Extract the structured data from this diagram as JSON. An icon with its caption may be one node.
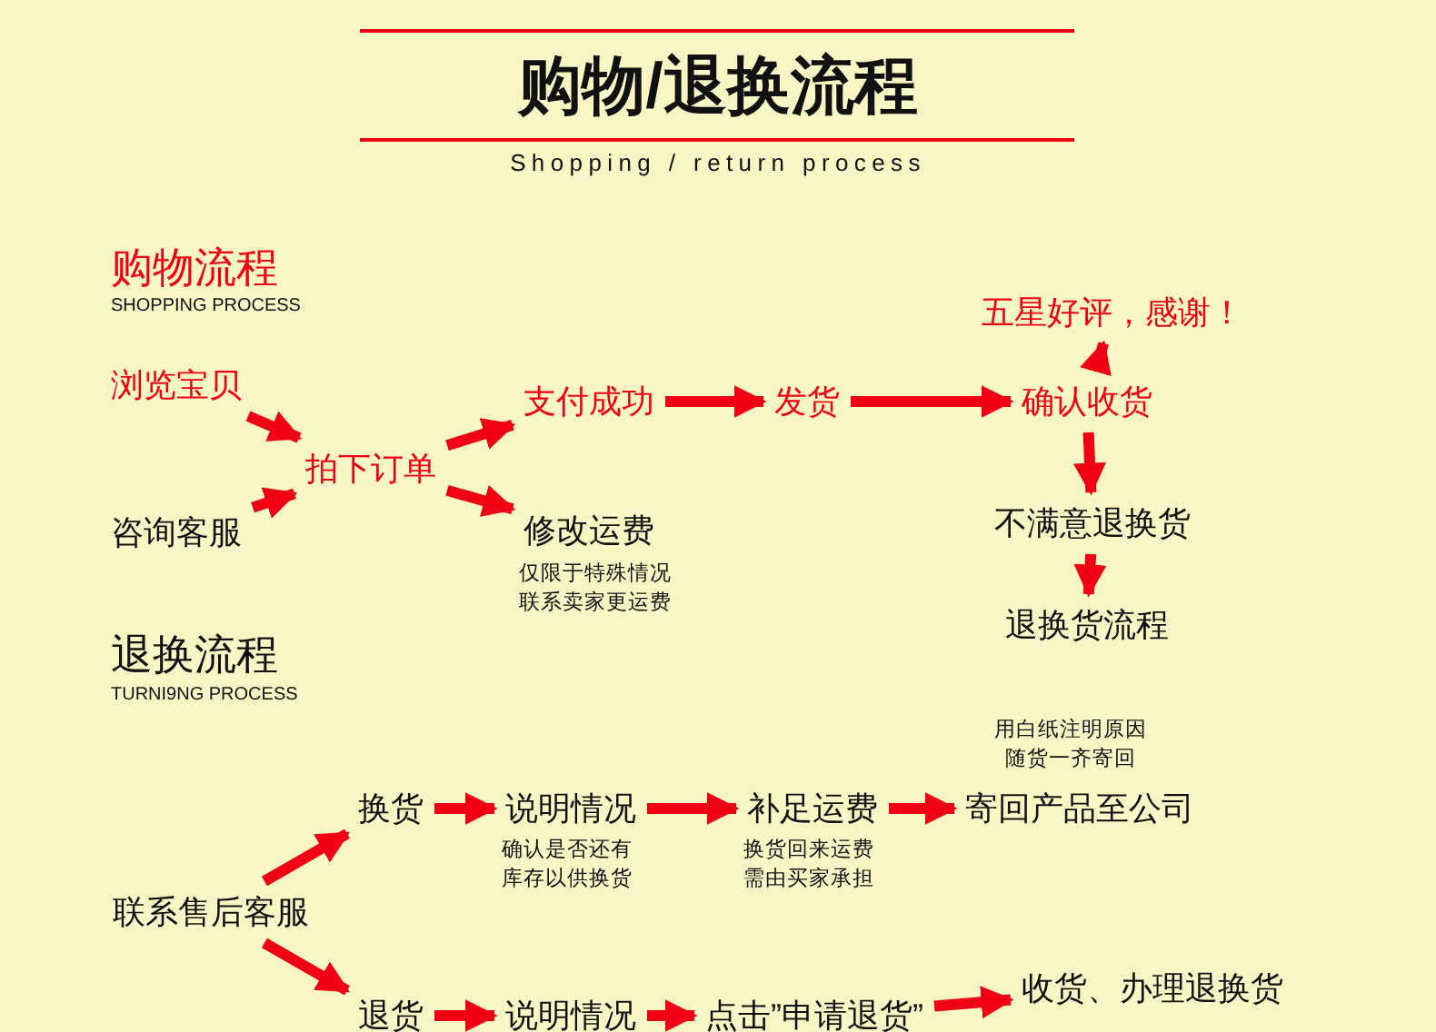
{
  "diagram": {
    "title": "购物/退换流程",
    "nodes": [
      {
        "text": [
          "浏览宝贝"
        ]
      },
      {
        "text": [
          "咨询客服"
        ]
      },
      {
        "text": [
          "拍下订单"
        ]
      },
      {
        "text": [
          "支付成功"
        ]
      },
      {
        "text": [
          "修改运费"
        ],
        "beside": [
          "仅限于特殊情况联系卖家更运费"
        ]
      },
      {
        "text": [
          "发货"
        ]
      },
      {
        "text": [
          "确认收货"
        ]
      },
      {
        "text": [
          "五星好评，感谢！"
        ]
      },
      {
        "text": [
          "不满意退换货"
        ]
      },
      {
        "text": [
          "退换货流程"
        ]
      },
      {
        "text": [
          "联系售后客服"
        ]
      },
      {
        "text": [
          "换货"
        ]
      },
      {
        "text": [
          "说明情况"
        ],
        "beside": [
          "确认是否还有库存以供换货"
        ]
      },
      {
        "text": [
          "补足运费"
        ],
        "beside": [
          "换货回来运费需由买家承担"
        ]
      },
      {
        "text": [
          "寄回产品至公司"
        ],
        "beside": [
          "用白纸注明原因随货一齐寄回"
        ]
      },
      {
        "text": [
          "退货"
        ]
      },
      {
        "text": [
          "说明情况"
        ]
      },
      {
        "text": [
          "点击”申请退货”"
        ]
      },
      {
        "text": [
          "收货、办理退换货"
        ]
      }
    ],
    "edges": [
      {
        "from": 0,
        "to": 2,
        "arrow": "to"
      },
      {
        "from": 1,
        "to": 2,
        "arrow": "to"
      },
      {
        "from": 2,
        "to": 3,
        "arrow": "to"
      },
      {
        "from": 2,
        "to": 4,
        "arrow": "to"
      },
      {
        "from": 3,
        "to": 5,
        "arrow": "to"
      },
      {
        "from": 5,
        "to": 6,
        "arrow": "to"
      },
      {
        "from": 6,
        "to": 7,
        "arrow": "to"
      },
      {
        "from": 6,
        "to": 8,
        "arrow": "to"
      },
      {
        "from": 8,
        "to": 9,
        "arrow": "to"
      },
      {
        "from": 10,
        "to": 11,
        "arrow": "to"
      },
      {
        "from": 10,
        "to": 15,
        "arrow": "to"
      },
      {
        "from": 11,
        "to": 12,
        "arrow": "to"
      },
      {
        "from": 12,
        "to": 13,
        "arrow": "to"
      },
      {
        "from": 13,
        "to": 14,
        "arrow": "to"
      },
      {
        "from": 15,
        "to": 16,
        "arrow": "to"
      },
      {
        "from": 16,
        "to": 17,
        "arrow": "to"
      },
      {
        "from": 17,
        "to": 18,
        "arrow": "to"
      }
    ],
    "labels": [
      "Shopping / return process",
      "购物流程",
      "SHOPPING PROCESS",
      "退换流程",
      "TURNI9NG PROCESS"
    ]
  }
}
